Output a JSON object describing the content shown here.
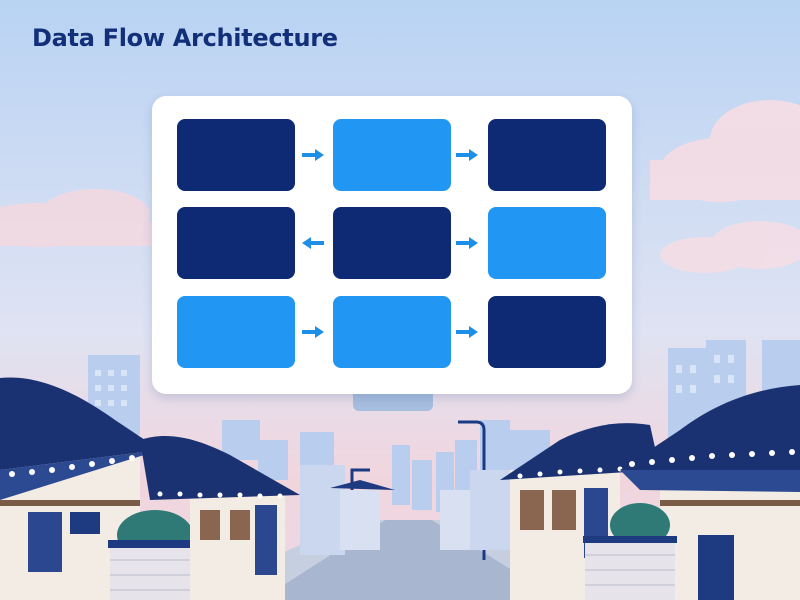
{
  "title": "Data Flow Architecture",
  "colors": {
    "title": "#12307a",
    "node_dark": "#0f2a74",
    "node_light": "#2196f3",
    "arrow": "#1e8fe6"
  },
  "diagram": {
    "rows": [
      {
        "nodes": [
          "dark",
          "light",
          "dark"
        ],
        "arrows": [
          "right",
          "right"
        ]
      },
      {
        "nodes": [
          "dark",
          "dark",
          "light"
        ],
        "arrows": [
          "left",
          "right"
        ]
      },
      {
        "nodes": [
          "light",
          "light",
          "dark"
        ],
        "arrows": [
          "right",
          "right"
        ]
      }
    ]
  },
  "background": {
    "scene": "street with traditional hanok houses and city skyline",
    "sky_colors": [
      "#b9d3f3",
      "#f1d5dd"
    ]
  }
}
